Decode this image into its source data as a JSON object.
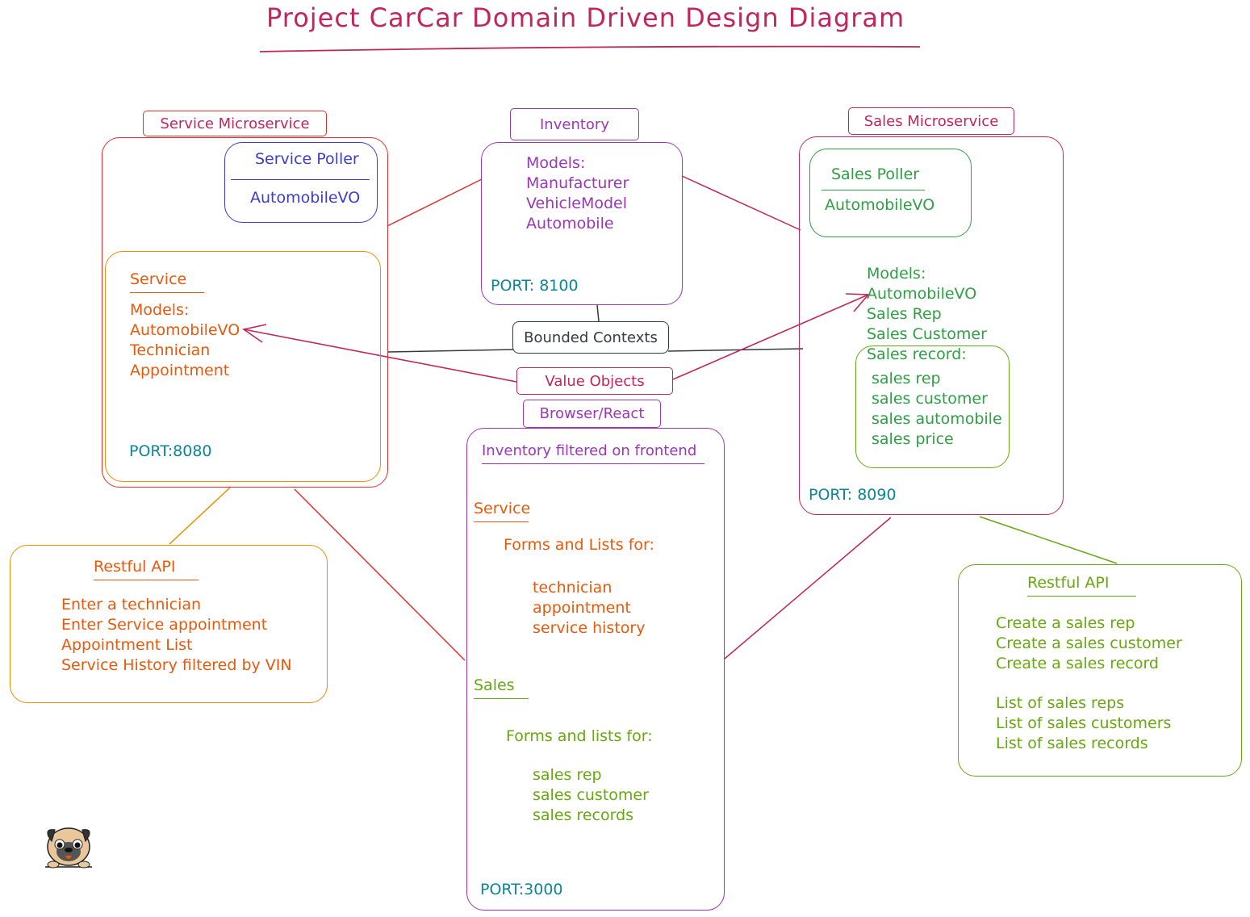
{
  "title": "Project CarCar Domain Driven Design Diagram",
  "colors": {
    "title": "#c2255c",
    "service_box": "#e03131",
    "inventory": "#9c36b5",
    "poller_blue": "#3b3bd0",
    "service_orange": "#e8590c",
    "port_teal": "#0c8599",
    "sales_green": "#2f9e44",
    "lists_green": "#66a80f"
  },
  "service_microservice": {
    "label": "Service Microservice",
    "poller": {
      "title": "Service Poller",
      "item": "AutomobileVO"
    },
    "service": {
      "title": "Service",
      "models_label": "Models:",
      "models": [
        "AutomobileVO",
        "Technician",
        "Appointment"
      ]
    },
    "port": "PORT:8080"
  },
  "inventory": {
    "label": "Inventory",
    "models_label": "Models:",
    "models": [
      "Manufacturer",
      "VehicleModel",
      "Automobile"
    ],
    "port": "PORT: 8100"
  },
  "sales_microservice": {
    "label": "Sales Microservice",
    "poller": {
      "title": "Sales Poller",
      "item": "AutomobileVO"
    },
    "models_label": "Models:",
    "models": [
      "AutomobileVO",
      "Sales Rep",
      "Sales Customer"
    ],
    "record": {
      "title": "Sales record:",
      "fields": [
        "sales rep",
        "sales customer",
        "sales automobile",
        "sales price"
      ]
    },
    "port": "PORT: 8090"
  },
  "bounded_contexts": "Bounded Contexts",
  "value_objects": "Value Objects",
  "browser": {
    "label": "Browser/React",
    "subtitle": "Inventory filtered on frontend",
    "service_title": "Service",
    "service_intro": "Forms and Lists for:",
    "service_items": [
      "technician",
      "appointment",
      "service history"
    ],
    "sales_title": "Sales",
    "sales_intro": "Forms and lists for:",
    "sales_items": [
      "sales rep",
      "sales customer",
      "sales records"
    ],
    "port": "PORT:3000"
  },
  "service_api": {
    "title": "Restful API",
    "items": [
      "Enter a technician",
      "Enter Service appointment",
      "Appointment List",
      "Service History filtered by VIN"
    ]
  },
  "sales_api": {
    "title": "Restful API",
    "items_create": [
      "Create a sales rep",
      "Create a sales customer",
      "Create a sales record"
    ],
    "items_list": [
      "List of sales reps",
      "List of sales customers",
      "List of sales records"
    ]
  },
  "mascot_icon": "pug-icon"
}
